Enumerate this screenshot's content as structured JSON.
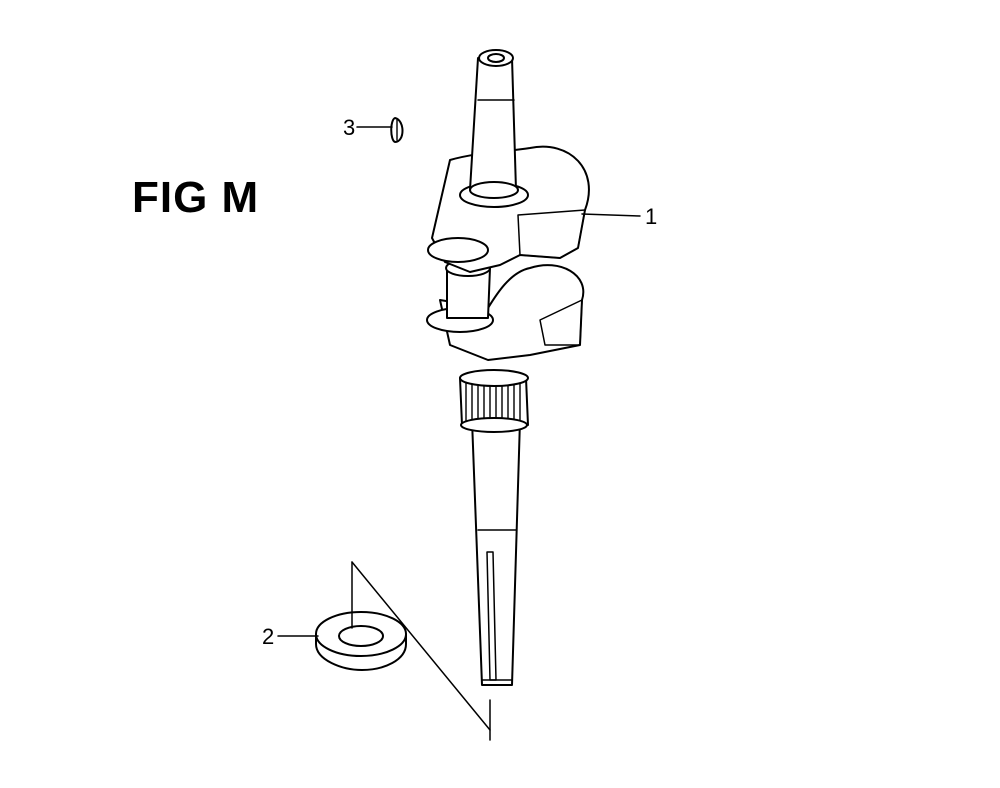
{
  "figure": {
    "title": "FIG M",
    "callouts": [
      {
        "number": "1",
        "part": "crankshaft"
      },
      {
        "number": "2",
        "part": "washer"
      },
      {
        "number": "3",
        "part": "key"
      }
    ]
  },
  "colors": {
    "ink": "#000000",
    "background": "#ffffff",
    "fill": "#ffffff"
  }
}
